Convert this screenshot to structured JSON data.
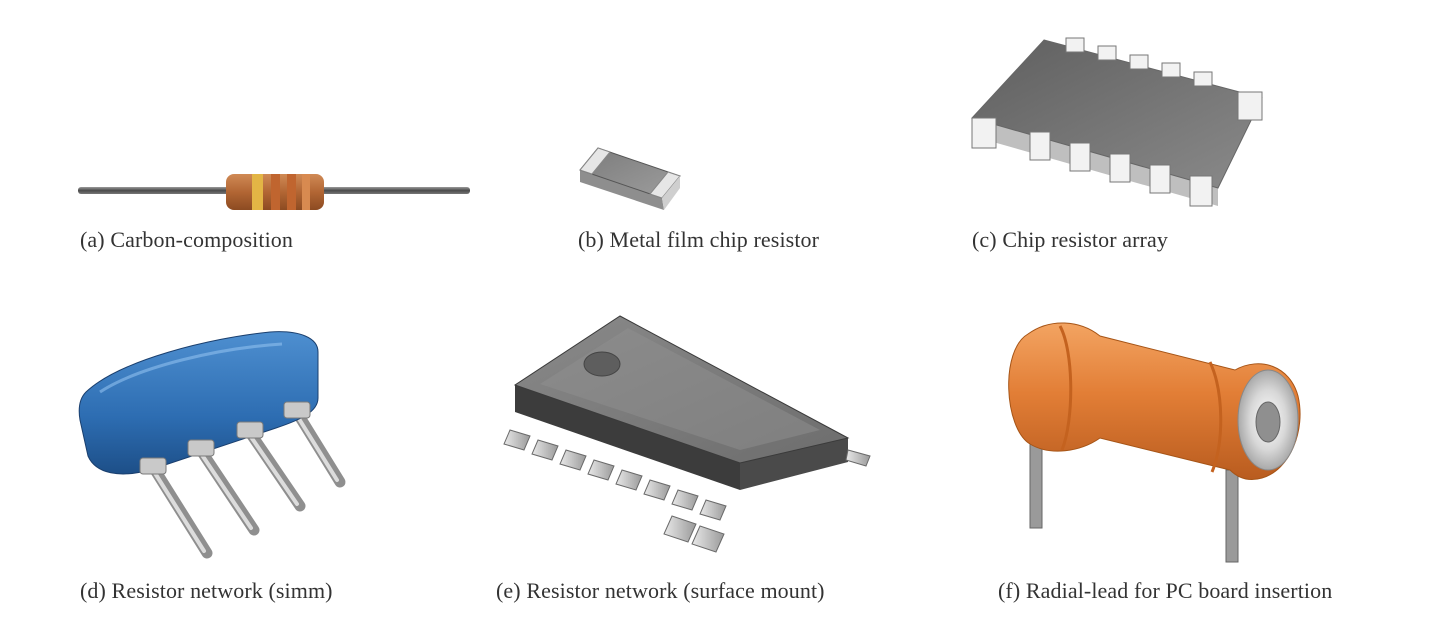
{
  "captions": {
    "a": "(a) Carbon-composition",
    "b": "(b) Metal film chip resistor",
    "c": "(c) Chip resistor array",
    "d": "(d) Resistor network (simm)",
    "e": "(e) Resistor network (surface mount)",
    "f": "(f) Radial-lead for PC board insertion"
  },
  "colors": {
    "background": "#ffffff",
    "caption_text": "#333333",
    "resistor_body": "#b86a3a",
    "band_yellow": "#e3b545",
    "lead_wire": "#5a5a5a",
    "simm_body": "#2f6fb3",
    "ic_body": "#5b5b5b",
    "radial_body": "#e6843e"
  }
}
